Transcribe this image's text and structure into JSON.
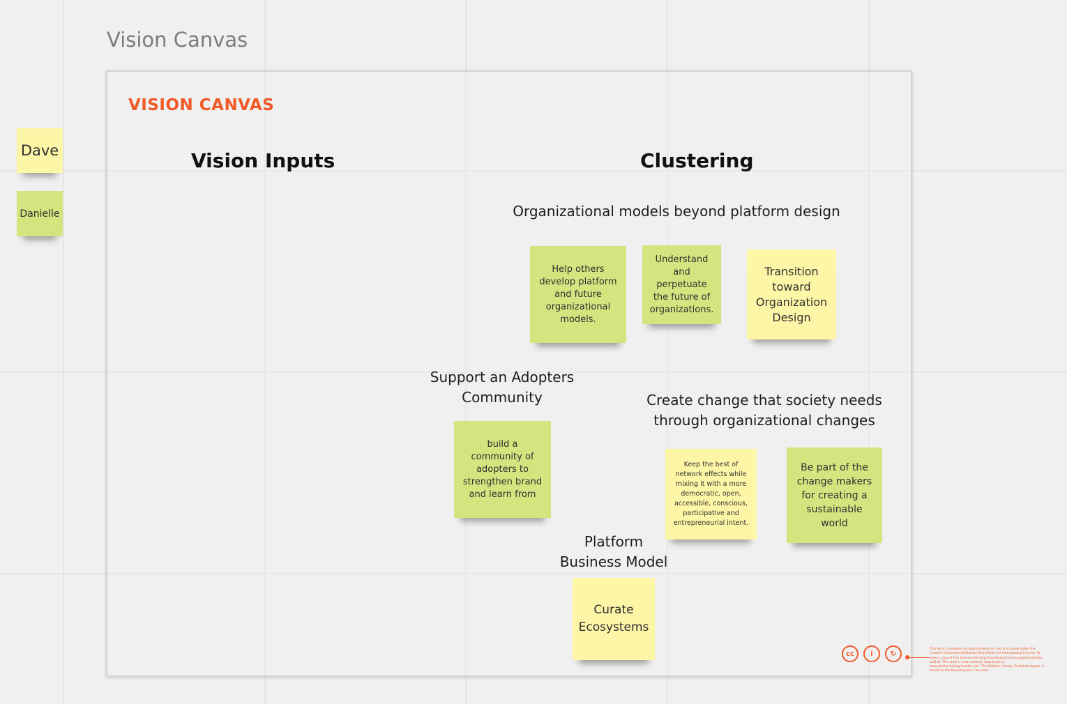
{
  "board": {
    "title": "Vision Canvas",
    "frame_label": "VISION CANVAS"
  },
  "sidebar_stickies": [
    {
      "text": "Dave",
      "color": "yellow"
    },
    {
      "text": "Danielle",
      "color": "green"
    }
  ],
  "headings": {
    "vision_inputs": "Vision Inputs",
    "clustering": "Clustering"
  },
  "clusters": {
    "org_models": {
      "label": "Organizational models beyond platform design",
      "stickies": [
        {
          "text": "Help others develop platform and future organizational models.",
          "color": "green"
        },
        {
          "text": "Understand and perpetuate the future of organizations.",
          "color": "green"
        },
        {
          "text": "Transition toward Organization Design",
          "color": "yellow"
        }
      ]
    },
    "adopters": {
      "label_line1": "Support an Adopters",
      "label_line2": "Community",
      "stickies": [
        {
          "text": "build a community of adopters to strengthen brand and learn from",
          "color": "green"
        }
      ]
    },
    "society": {
      "label_line1": "Create change that society needs",
      "label_line2": "through organizational changes",
      "stickies": [
        {
          "text": "Keep the best of network effects while mixing it with a more democratic, open, accessible, conscious, participative and entrepreneurial intent.",
          "color": "yellow"
        },
        {
          "text": "Be part of the change makers for  creating a sustainable world",
          "color": "green"
        }
      ]
    },
    "platform": {
      "label_line1": "Platform",
      "label_line2": "Business Model",
      "stickies": [
        {
          "text": "Curate Ecosystems",
          "color": "yellow"
        }
      ]
    }
  },
  "license": {
    "icons": [
      "cc-icon",
      "attribution-icon",
      "share-alike-icon"
    ],
    "icon_glyphs": [
      "cc",
      "i",
      "↻"
    ],
    "text": "This work is released by Boundaryless Srl and is licensed under the Creative Commons Attribution-ShareAlike 4.0 International License. To view a copy of this license visit http://creativecommons.org/licenses/by-sa/4.0/. This work is now made by downloads in www.platformdesigntoolkit.com. The Platform Design Toolkit Navigator is based on the Boundaryless Canvases."
  },
  "colors": {
    "accent": "#f05a28",
    "sticky_green": "#d4e57f",
    "sticky_yellow": "#fdf6a6",
    "background": "#f0f0f0"
  }
}
